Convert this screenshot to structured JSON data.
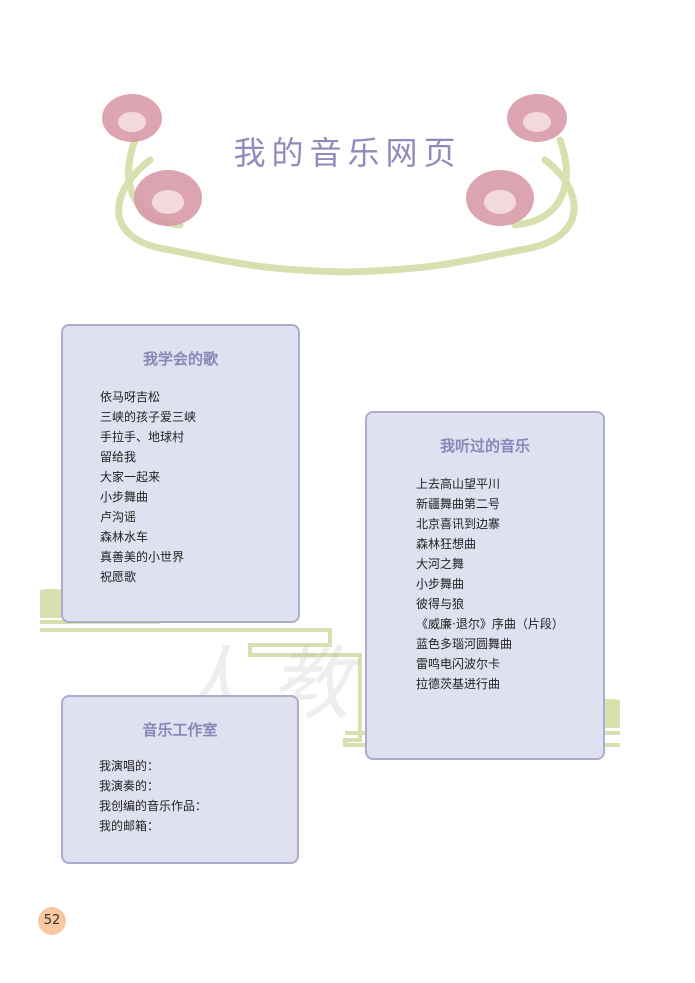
{
  "page": {
    "title": "我的音乐网页",
    "page_number": "52",
    "watermark": "人教版®"
  },
  "songs_learned": {
    "heading": "我学会的歌",
    "items": [
      "依马呀吉松",
      "三峡的孩子爱三峡",
      "手拉手、地球村",
      "留给我",
      "大家一起来",
      "小步舞曲",
      "卢沟谣",
      "森林水车",
      "真善美的小世界",
      "祝愿歌"
    ]
  },
  "music_heard": {
    "heading": "我听过的音乐",
    "items": [
      "上去高山望平川",
      "新疆舞曲第二号",
      "北京喜讯到边寨",
      "森林狂想曲",
      "大河之舞",
      "小步舞曲",
      "彼得与狼",
      "《威廉·退尔》序曲（片段）",
      "蓝色多瑙河圆舞曲",
      "雷鸣电闪波尔卡",
      "拉德茨基进行曲"
    ]
  },
  "studio": {
    "heading": "音乐工作室",
    "items": [
      "我演唱的：",
      "我演奏的：",
      "我创编的音乐作品：",
      "我的邮箱："
    ]
  },
  "colors": {
    "box_fill": "#dfe1f0",
    "box_border": "#aeabcd",
    "heading": "#8a86b8",
    "flower": "#d99aa8",
    "vine": "#d8e0b0",
    "page_badge": "#f7c8a2"
  }
}
